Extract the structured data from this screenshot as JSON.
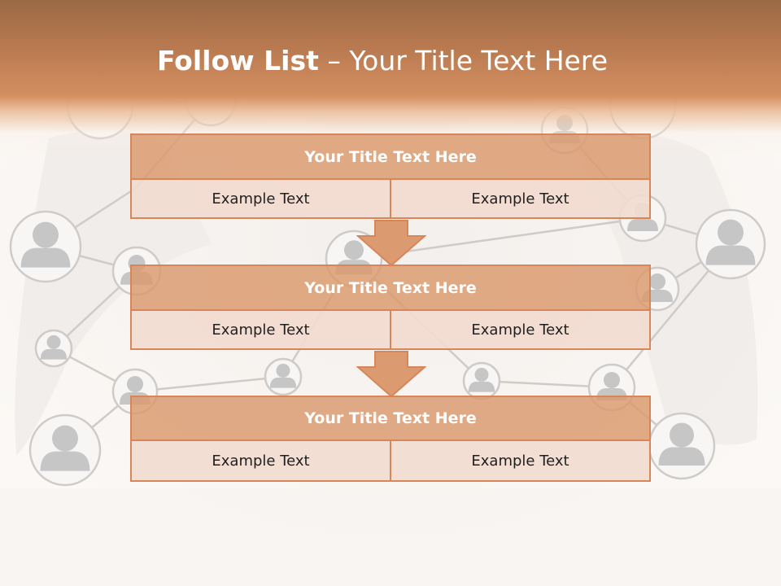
{
  "slide": {
    "title_bold": "Follow List",
    "title_rest": "– Your Title Text Here"
  },
  "blocks": [
    {
      "title": "Your Title Text Here",
      "cells": [
        "Example Text",
        "Example Text"
      ]
    },
    {
      "title": "Your Title Text Here",
      "cells": [
        "Example Text",
        "Example Text"
      ]
    },
    {
      "title": "Your Title Text Here",
      "cells": [
        "Example Text",
        "Example Text"
      ]
    }
  ],
  "colors": {
    "banner": "#c9845a",
    "block_header": "#dc9a70",
    "block_body": "#f2dbd0",
    "border": "#d7865a",
    "icon_gray": "#b8b8b8"
  }
}
